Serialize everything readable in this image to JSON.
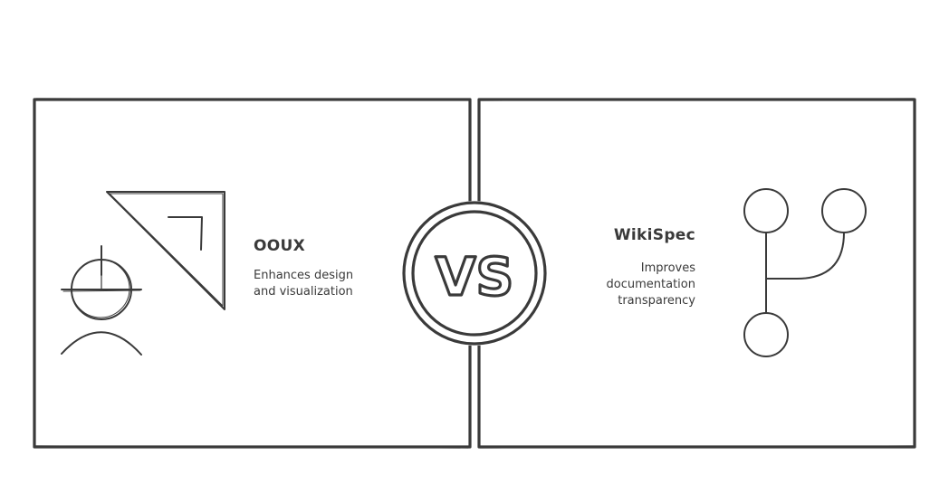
{
  "left": {
    "title": "OOUX",
    "description": [
      "Enhances design",
      "and visualization"
    ],
    "icons": [
      "designer-icon",
      "set-square-icon"
    ]
  },
  "right": {
    "title": "WikiSpec",
    "description": [
      "Improves",
      "documentation",
      "transparency"
    ],
    "icons": [
      "git-branch-icon"
    ]
  },
  "badge": {
    "text": "VS"
  },
  "colors": {
    "stroke": "#3a3a3a",
    "background": "#ffffff"
  }
}
